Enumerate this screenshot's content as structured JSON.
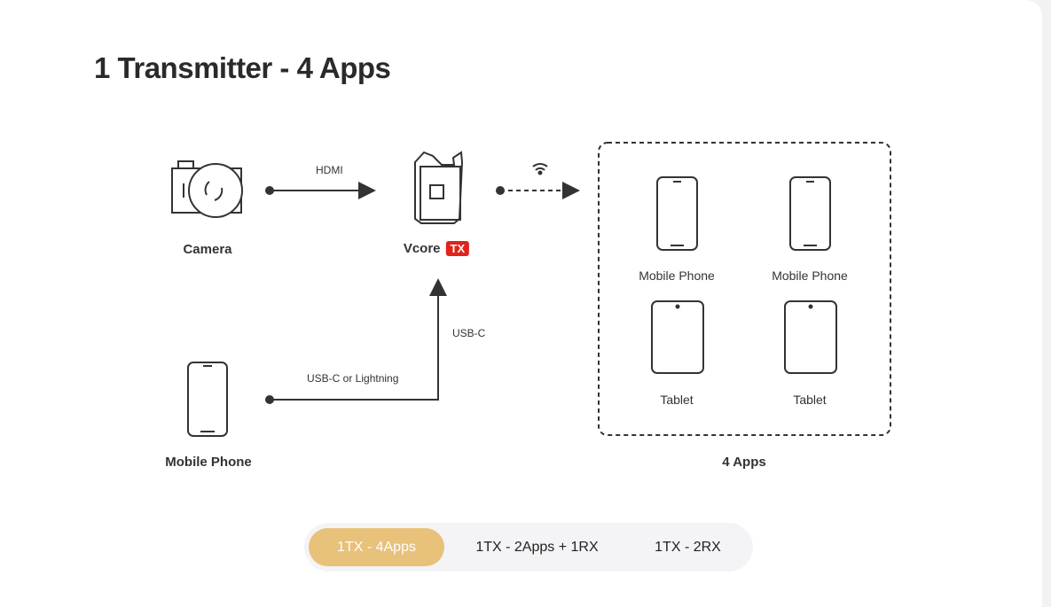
{
  "title": "1 Transmitter - 4 Apps",
  "nodes": {
    "camera": "Camera",
    "vcore": "Vcore",
    "tx_badge": "TX",
    "phone": "Mobile Phone",
    "apps": "4 Apps"
  },
  "connections": {
    "hdmi": "HDMI",
    "usbc": "USB-C",
    "usbc_lightning": "USB-C or Lightning"
  },
  "apps": [
    {
      "label": "Mobile Phone"
    },
    {
      "label": "Mobile Phone"
    },
    {
      "label": "Tablet"
    },
    {
      "label": "Tablet"
    }
  ],
  "tabs": [
    {
      "label": "1TX - 4Apps",
      "active": true
    },
    {
      "label": "1TX - 2Apps + 1RX"
    },
    {
      "label": "1TX - 2RX"
    }
  ],
  "colors": {
    "accent": "#e8c17b",
    "tx": "#e0231b"
  }
}
